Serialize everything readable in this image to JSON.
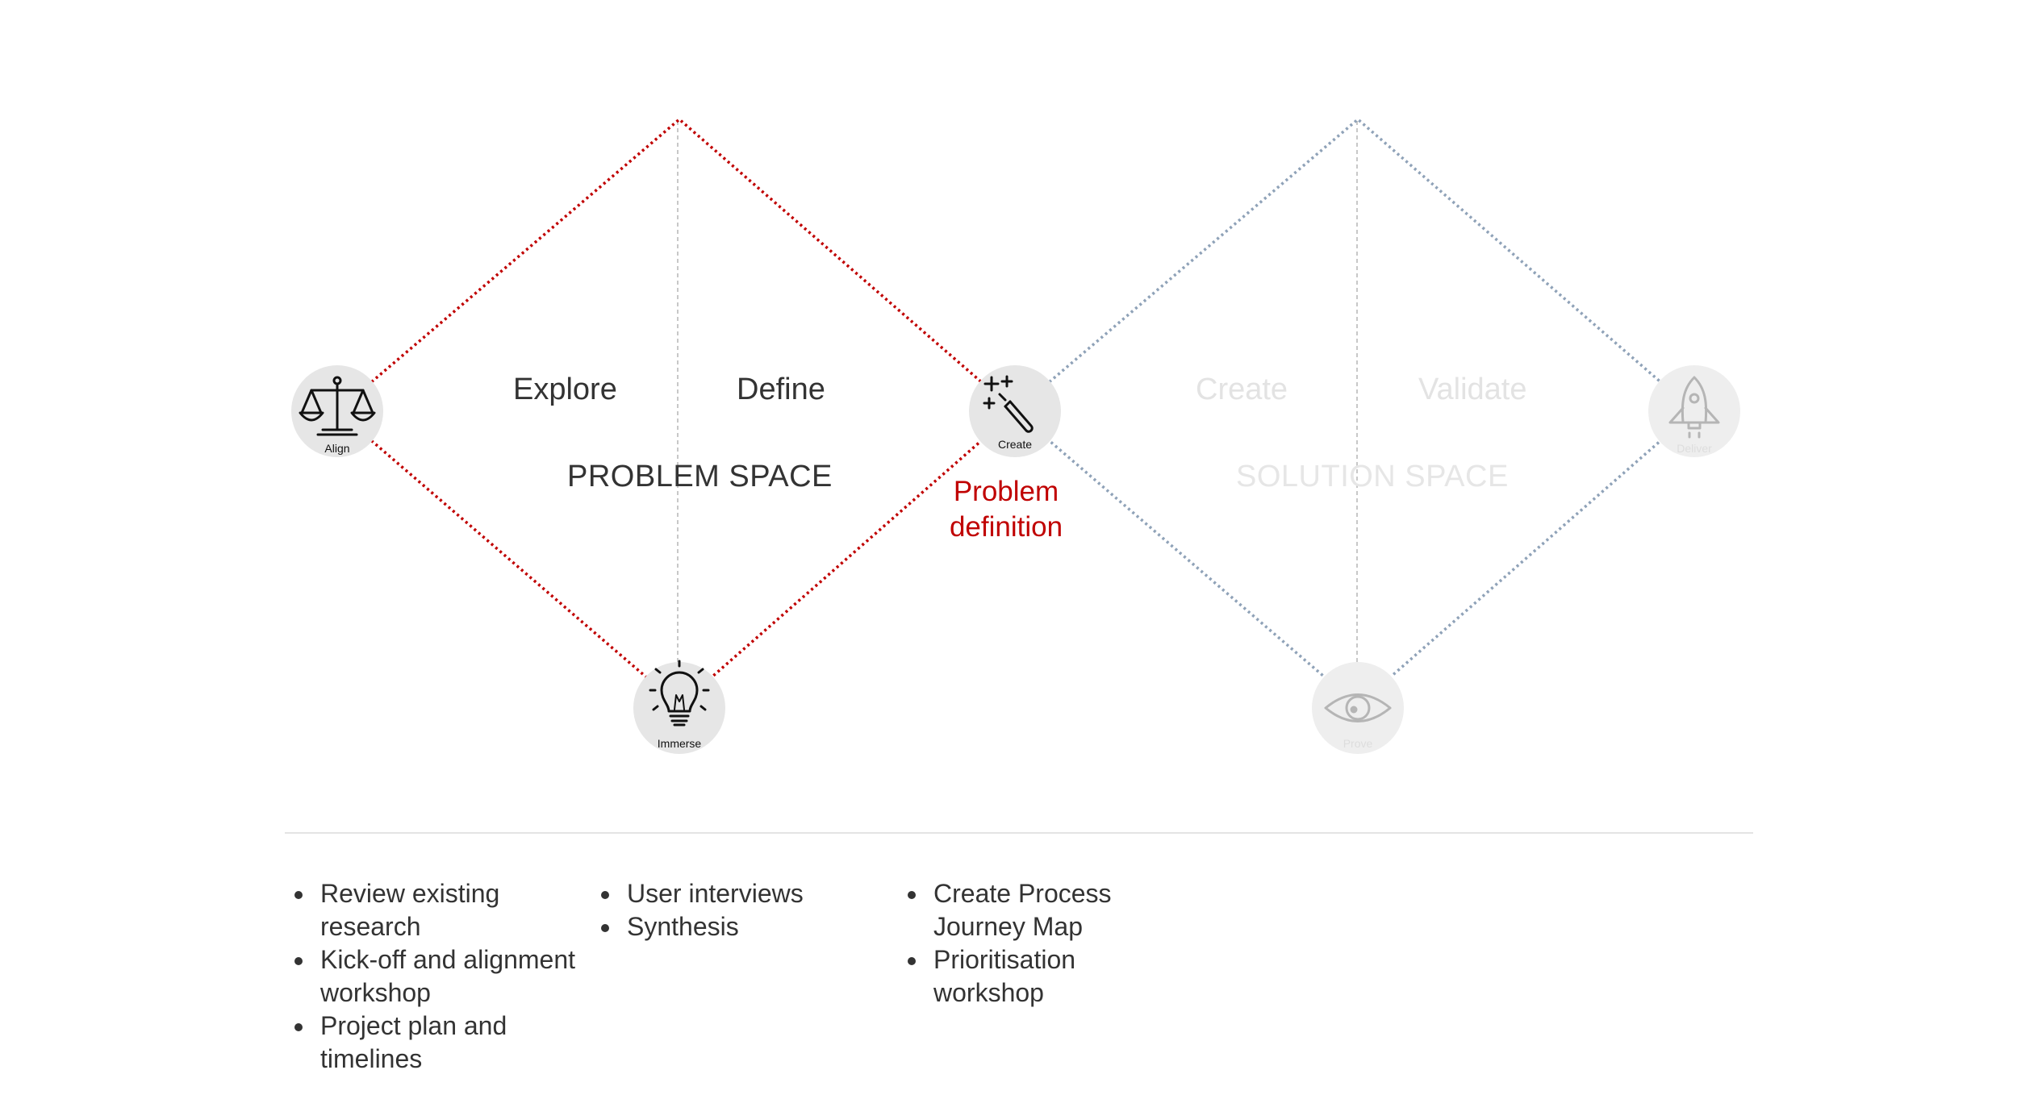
{
  "colors": {
    "active_path": "#c00000",
    "inactive_path": "#8fa2b8",
    "center_line": "#c8c8c8",
    "node_fill": "#e6e6e6",
    "node_fill_dim": "#eeeeee",
    "text_dim": "#e3e3e3"
  },
  "problem_space": {
    "label": "PROBLEM SPACE",
    "phases": {
      "left": "Explore",
      "right": "Define"
    }
  },
  "solution_space": {
    "label": "SOLUTION SPACE",
    "phases": {
      "left": "Create",
      "right": "Validate"
    }
  },
  "milestone": {
    "lines": [
      "Problem",
      "definition"
    ]
  },
  "nodes": {
    "align": {
      "label": "Align",
      "icon": "scales-icon"
    },
    "immerse": {
      "label": "Immerse",
      "icon": "lightbulb-icon"
    },
    "create": {
      "label": "Create",
      "icon": "magic-wand-icon"
    },
    "prove": {
      "label": "Prove",
      "icon": "eye-icon"
    },
    "deliver": {
      "label": "Deliver",
      "icon": "rocket-icon"
    }
  },
  "activities": [
    {
      "items": [
        "Review existing research",
        "Kick-off and alignment workshop",
        "Project plan and timelines"
      ]
    },
    {
      "items": [
        "User interviews",
        "Synthesis"
      ]
    },
    {
      "items": [
        "Create Process Journey Map",
        "Prioritisation workshop"
      ]
    }
  ]
}
